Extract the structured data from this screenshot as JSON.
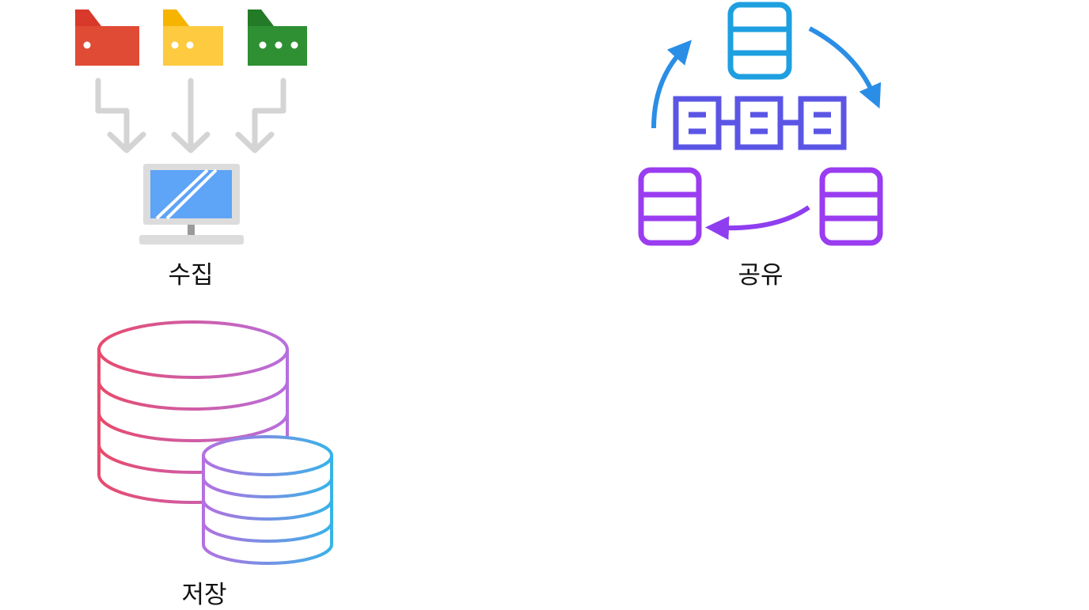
{
  "collect": {
    "label": "수집",
    "icons": [
      "folder-icon",
      "folder-icon",
      "folder-icon",
      "arrow-down-icon",
      "arrow-down-icon",
      "arrow-down-icon",
      "monitor-icon"
    ],
    "colors": {
      "folder_red": "#d8392a",
      "folder_yellow": "#fbbd1e",
      "folder_green": "#2a8a2e",
      "arrow": "#d4d4d4",
      "screen": "#5ea4f7",
      "monitor_frame": "#dcdcdc"
    }
  },
  "store": {
    "label": "저장",
    "icons": [
      "database-large-icon",
      "database-small-icon"
    ],
    "colors": {
      "gradient_start": "#e84a6a",
      "gradient_mid": "#b66fe0",
      "gradient_end": "#35b4e8"
    }
  },
  "share": {
    "label": "공유",
    "icons": [
      "database-top-icon",
      "database-left-icon",
      "database-right-icon",
      "network-nodes-icon",
      "cycle-arrow-icon",
      "cycle-arrow-icon",
      "cycle-arrow-icon"
    ],
    "colors": {
      "blue": "#1e9fe0",
      "indigo": "#5b55e6",
      "purple": "#9a3cf0"
    }
  }
}
